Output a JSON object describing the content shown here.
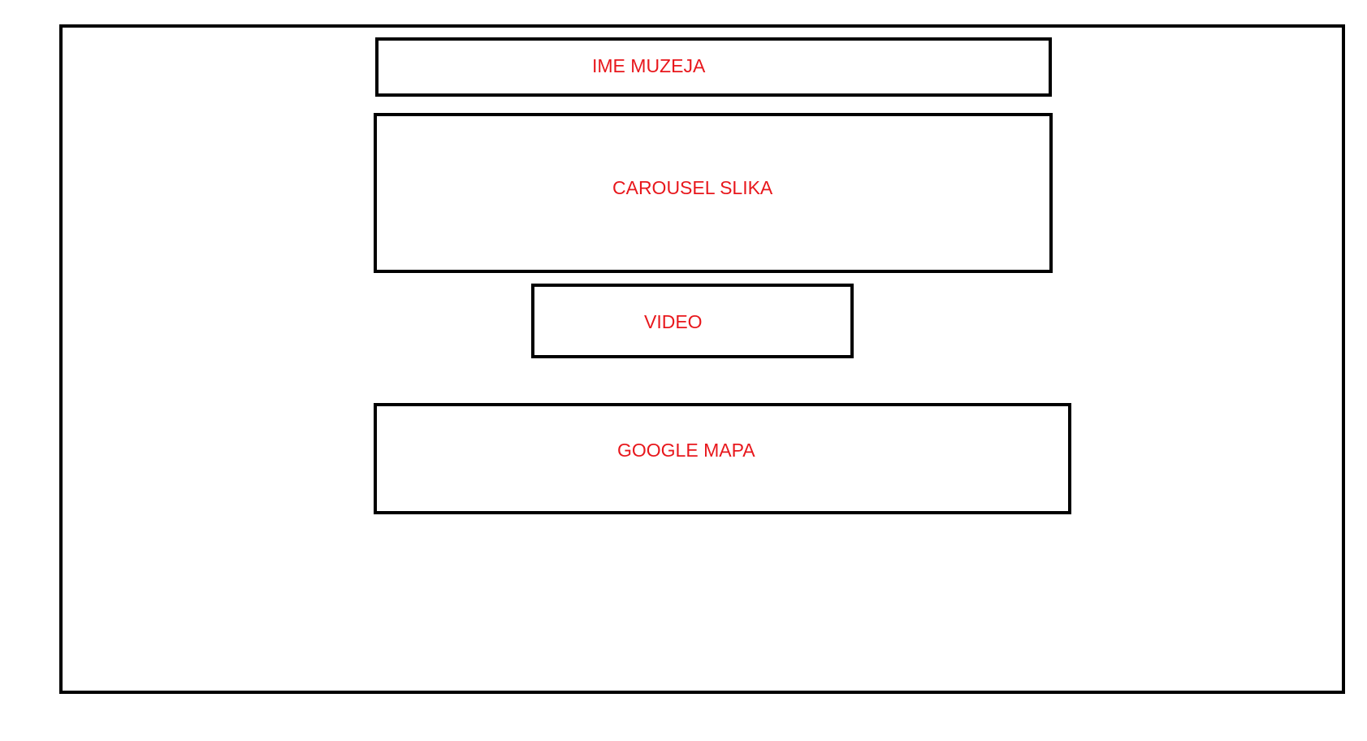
{
  "sections": {
    "title": "IME MUZEJA",
    "carousel": "CAROUSEL SLIKA",
    "video": "VIDEO",
    "map": "GOOGLE MAPA"
  },
  "colors": {
    "outline": "#000000",
    "label": "#e8171c",
    "background": "#ffffff"
  }
}
